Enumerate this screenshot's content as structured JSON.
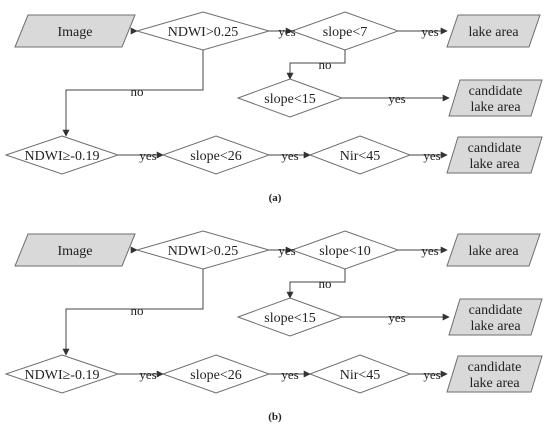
{
  "colors": {
    "stroke": "#6e6e6e",
    "fill": "#d9d9d9",
    "text": "#222222",
    "background": "#ffffff"
  },
  "panel_a": {
    "caption": "(a)",
    "image": "Image",
    "ndwi_high": "NDWI>0.25",
    "slope_low": "slope<7",
    "slope_mid": "slope<15",
    "ndwi_low": "NDWI≥-0.19",
    "slope_high": "slope<26",
    "nir": "Nir<45",
    "lake_area": "lake area",
    "candidate1": [
      "candidate",
      "lake area"
    ],
    "candidate2": [
      "candidate",
      "lake area"
    ],
    "yes": "yes",
    "no": "no"
  },
  "panel_b": {
    "caption": "(b)",
    "image": "Image",
    "ndwi_high": "NDWI>0.25",
    "slope_low": "slope<10",
    "slope_mid": "slope<15",
    "ndwi_low": "NDWI≥-0.19",
    "slope_high": "slope<26",
    "nir": "Nir<45",
    "lake_area": "lake area",
    "candidate1": [
      "candidate",
      "lake area"
    ],
    "candidate2": [
      "candidate",
      "lake area"
    ],
    "yes": "yes",
    "no": "no"
  }
}
